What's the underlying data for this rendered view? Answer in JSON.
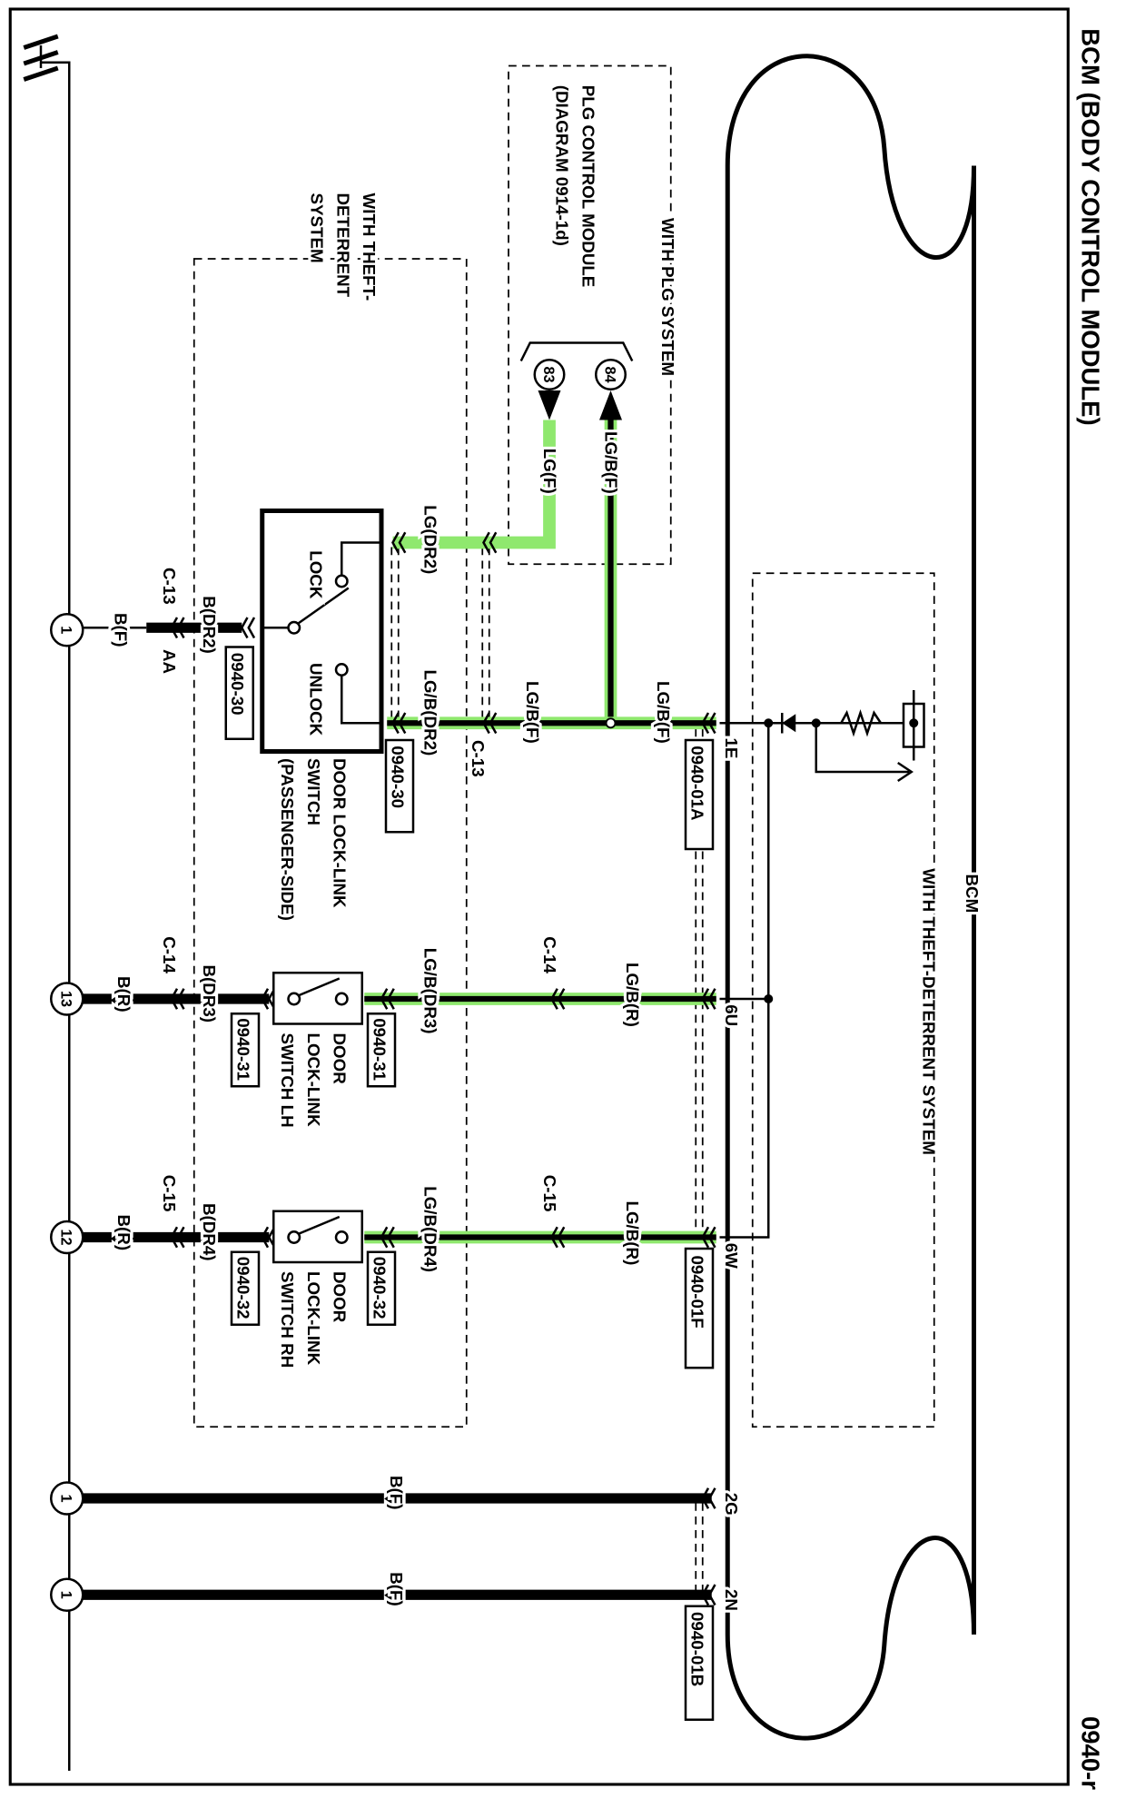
{
  "title": "BCM (BODY CONTROL MODULE)",
  "page_code": "0940-r",
  "bcm_label": "BCM",
  "bcm_theft_label": "WITH THEFT-DETERRENT SYSTEM",
  "colors": {
    "light_green": "#8fe86e",
    "black": "#000000"
  },
  "plg": {
    "system_label": "WITH PLG SYSTEM",
    "module": "PLG CONTROL MODULE",
    "diagram": "(DIAGRAM 0914-1d)",
    "pin_84": "84",
    "pin_83": "83",
    "wire_84": "LG/B(F)",
    "wire_83": "LG(F)"
  },
  "theft_box_label": [
    "WITH THEFT-",
    "DETERRENT",
    "SYSTEM"
  ],
  "passenger_switch": {
    "lock": "LOCK",
    "unlock": "UNLOCK",
    "name": [
      "DOOR LOCK-LINK",
      "SWITCH",
      "(PASSENGER-SIDE)"
    ],
    "wire_lock": "LG(DR2)",
    "wire_unlock": "LG/B(DR2)",
    "connector": "C-13",
    "wire_f": "LG/B(F)",
    "wire_bcm": "LG/B(F)",
    "pin": "1E",
    "ref_bcm": "0940-01A",
    "ref_switch": "0940-30",
    "ref_ground": "0940-30",
    "ground_wire": "B(DR2)",
    "ground_connector": "C-13",
    "ground_pin": "AA",
    "ground_wire_f": "B(F)",
    "ground_num": "1"
  },
  "lh_switch": {
    "name": [
      "DOOR",
      "LOCK-LINK",
      "SWITCH LH"
    ],
    "wire": "LG/B(DR3)",
    "connector": "C-14",
    "wire_bcm": "LG/B(R)",
    "pin": "6U",
    "ref_switch": "0940-31",
    "ref_ground": "0940-31",
    "ground_wire": "B(DR3)",
    "ground_connector": "C-14",
    "ground_wire_r": "B(R)",
    "ground_num": "13"
  },
  "rh_switch": {
    "name": [
      "DOOR",
      "LOCK-LINK",
      "SWITCH RH"
    ],
    "wire": "LG/B(DR4)",
    "connector": "C-15",
    "wire_bcm": "LG/B(R)",
    "pin": "6W",
    "ref_bcm": "0940-01F",
    "ref_switch": "0940-32",
    "ref_ground": "0940-32",
    "ground_wire": "B(DR4)",
    "ground_connector": "C-15",
    "ground_wire_r": "B(R)",
    "ground_num": "12"
  },
  "ground_2g": {
    "wire": "B(F)",
    "pin": "2G",
    "ground_num": "1"
  },
  "ground_2n": {
    "wire": "B(F)",
    "pin": "2N",
    "ground_num": "1",
    "ref_bcm": "0940-01B"
  }
}
